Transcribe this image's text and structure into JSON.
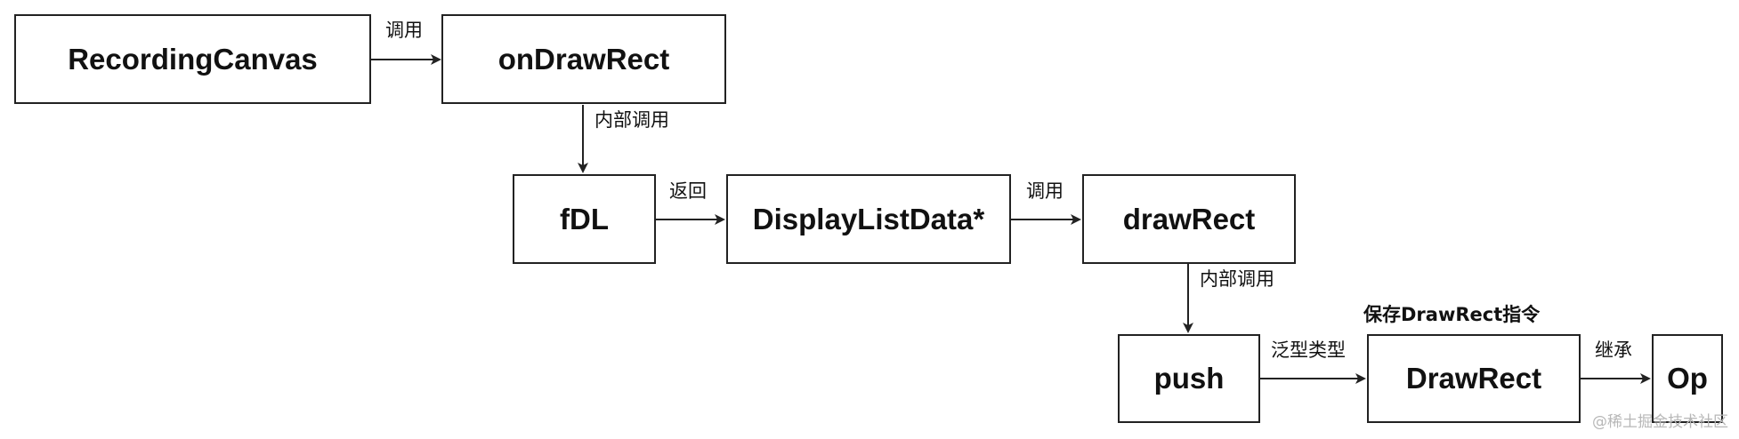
{
  "nodes": {
    "recording_canvas": "RecordingCanvas",
    "on_draw_rect": "onDrawRect",
    "fdl": "fDL",
    "display_list_data": "DisplayListData*",
    "draw_rect_method": "drawRect",
    "push": "push",
    "draw_rect_class": "DrawRect",
    "op": "Op"
  },
  "edges": {
    "call_1": "调用",
    "internal_call_1": "内部调用",
    "returns": "返回",
    "call_2": "调用",
    "internal_call_2": "内部调用",
    "generic_type": "泛型类型",
    "inherits": "继承"
  },
  "annotations": {
    "save_instruction": "保存DrawRect指令"
  },
  "watermark": "@稀土掘金技术社区",
  "colors": {
    "stroke": "#222222",
    "text": "#111111",
    "watermark": "#b7b7b7"
  }
}
